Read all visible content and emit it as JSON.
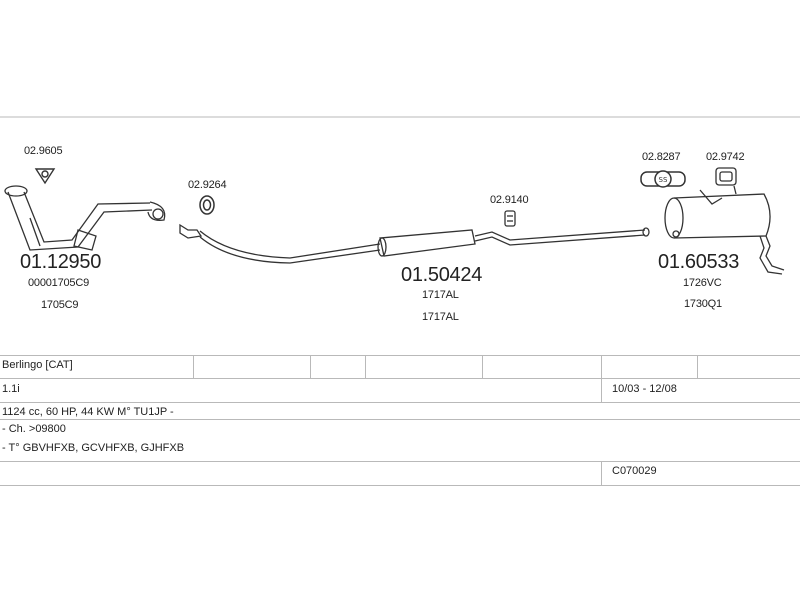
{
  "parts": {
    "front_pipe": {
      "part_no": "01.12950",
      "refs": [
        "00001705C9",
        "1705C9"
      ]
    },
    "center_silencer": {
      "part_no": "01.50424",
      "refs": [
        "1717AL",
        "1717AL"
      ]
    },
    "rear_silencer": {
      "part_no": "01.60533",
      "refs": [
        "1726VC",
        "1730Q1"
      ]
    }
  },
  "accessories": {
    "gasket_front": "02.9605",
    "ring_front": "02.9264",
    "clamp_mid": "02.9140",
    "clamp_rear": "02.8287",
    "mount_rear": "02.9742"
  },
  "table": {
    "model": "Berlingo  [CAT]",
    "engine": "1.1i",
    "years": "10/03 - 12/08",
    "specs": "1124 cc, 60 HP, 44 KW M° TU1JP -",
    "chassis": "- Ch. >09800",
    "types": "- T° GBVHFXB, GCVHFXB, GJHFXB",
    "catalog_code": "C070029"
  }
}
